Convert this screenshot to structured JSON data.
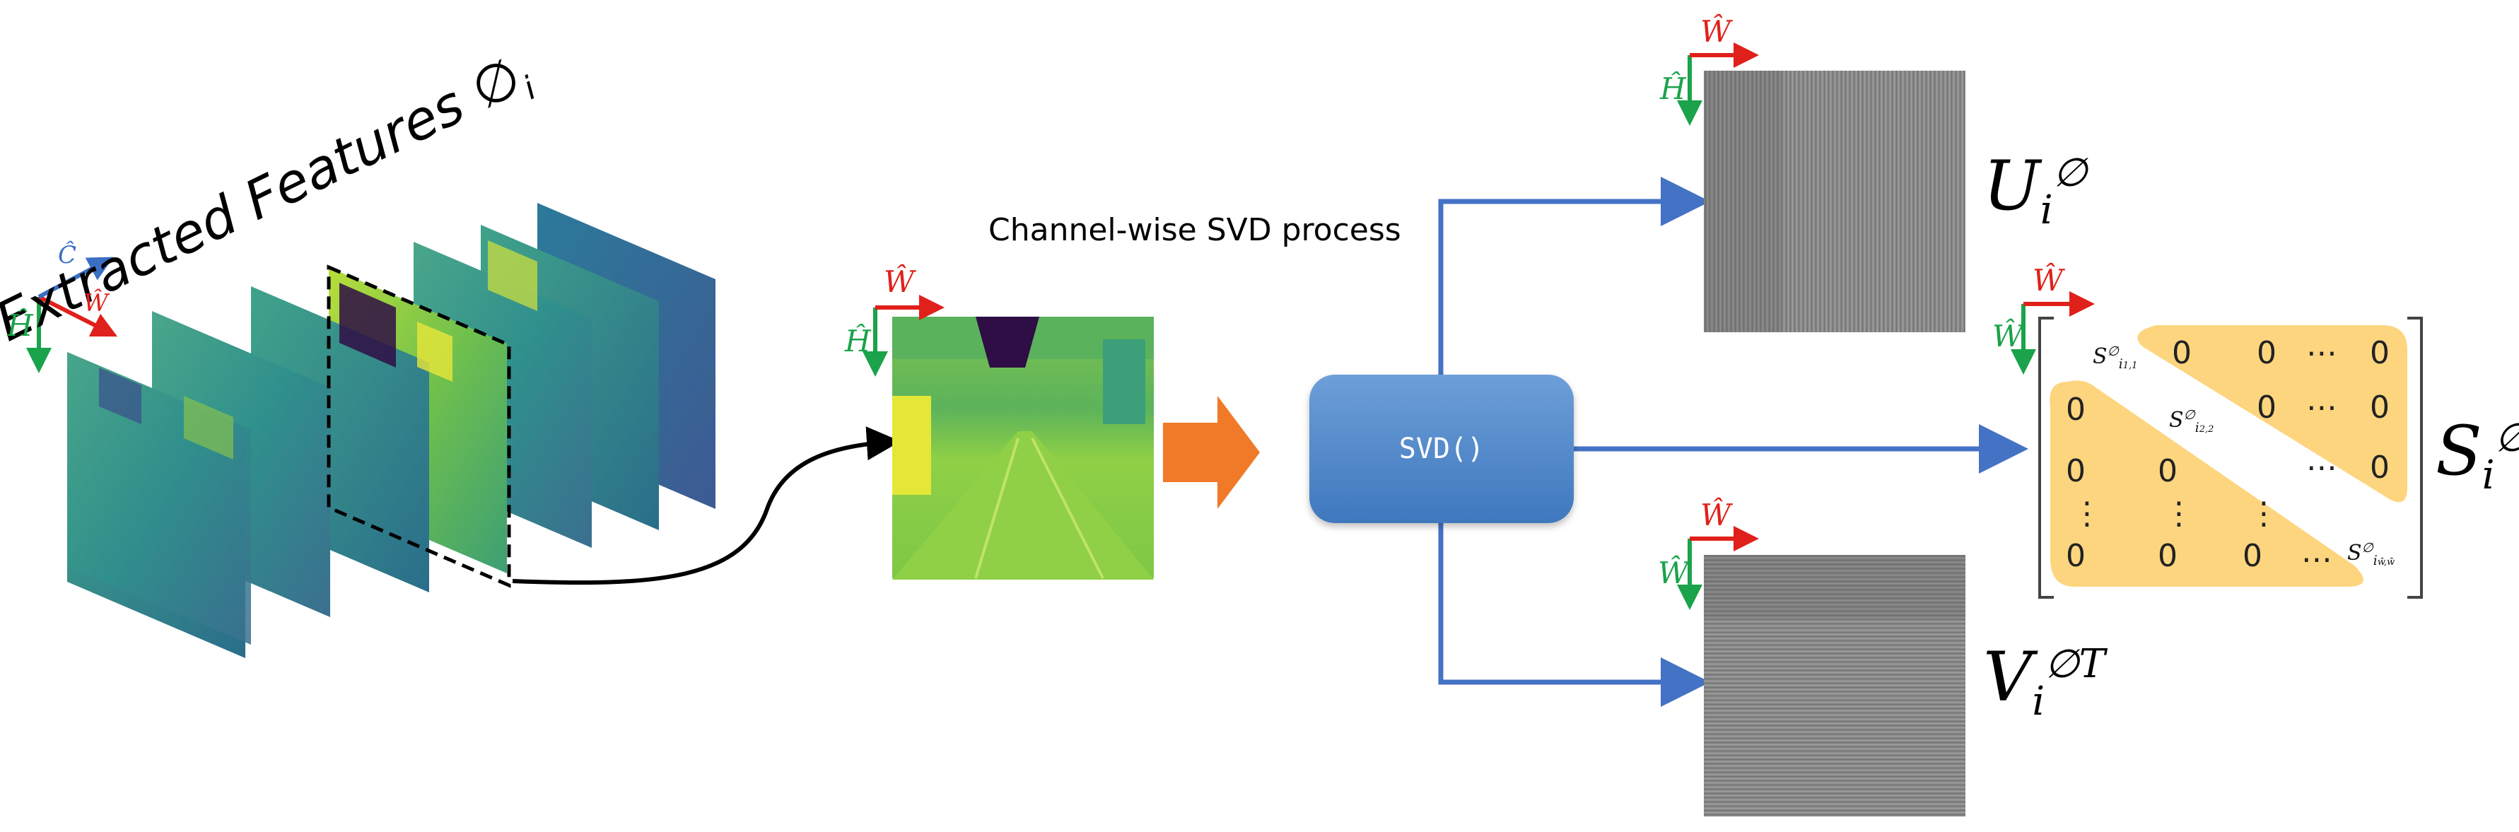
{
  "title": "Extracted Features ∅",
  "title_sub": "i",
  "process_label": "Channel-wise SVD process",
  "svd_label": "SVD()",
  "axes": {
    "H": "Ĥ",
    "W": "Ŵ",
    "C": "Ĉ"
  },
  "outputs": {
    "U": {
      "base": "U",
      "sub": "i",
      "sup": "∅"
    },
    "S": {
      "base": "S",
      "sub": "i",
      "sup": "∅"
    },
    "V": {
      "base": "V",
      "sub": "i",
      "sup": "∅T"
    }
  },
  "matrix": {
    "zero": "0",
    "dots_h": "⋯",
    "dots_v": "⋮",
    "s11": {
      "base": "S",
      "sup": "∅",
      "sub": "i",
      "subsub": "1,1"
    },
    "s22": {
      "base": "S",
      "sup": "∅",
      "sub": "i",
      "subsub": "2,2"
    },
    "sww": {
      "base": "S",
      "sup": "∅",
      "sub": "i",
      "subsub": "ŵ,ŵ"
    }
  },
  "colors": {
    "arrow_blue": "#4472c4",
    "svd_box": "#4f86c6",
    "big_arrow": "#f07a28",
    "axis_green": "#1aa34a",
    "axis_red": "#e0201a",
    "axis_blue": "#3a6fc4",
    "matrix_fill": "#fdd57e"
  },
  "icons": [
    "feature-map-stack",
    "selected-feature-map",
    "big-orange-arrow",
    "svd-block",
    "noise-matrix-u",
    "noise-matrix-v",
    "singular-value-matrix"
  ]
}
